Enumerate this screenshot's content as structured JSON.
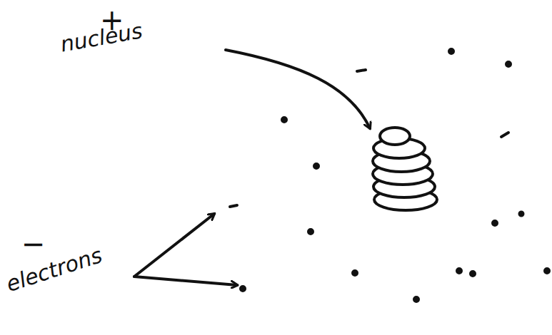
{
  "diagram": {
    "labels": [
      "+",
      "nucleus",
      "−",
      "electrons"
    ]
  }
}
